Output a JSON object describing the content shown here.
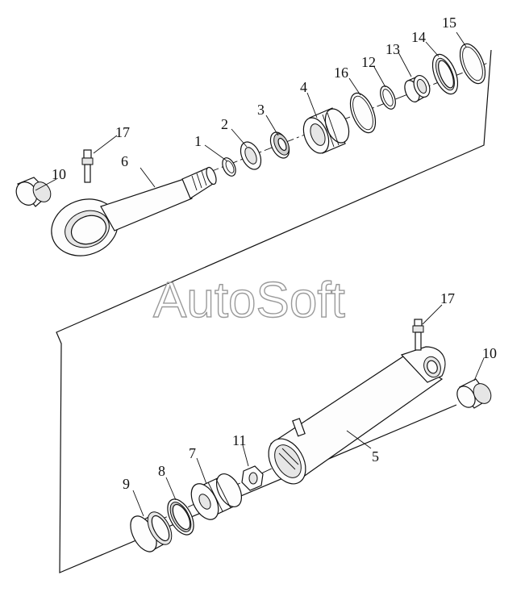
{
  "watermark": "AutoSoft",
  "callouts": {
    "c1": "1",
    "c2": "2",
    "c3": "3",
    "c4": "4",
    "c5": "5",
    "c6": "6",
    "c7": "7",
    "c8": "8",
    "c9": "9",
    "c10_top": "10",
    "c10_bottom": "10",
    "c11": "11",
    "c12": "12",
    "c13": "13",
    "c14": "14",
    "c15": "15",
    "c16": "16",
    "c17_top": "17",
    "c17_bottom": "17"
  }
}
